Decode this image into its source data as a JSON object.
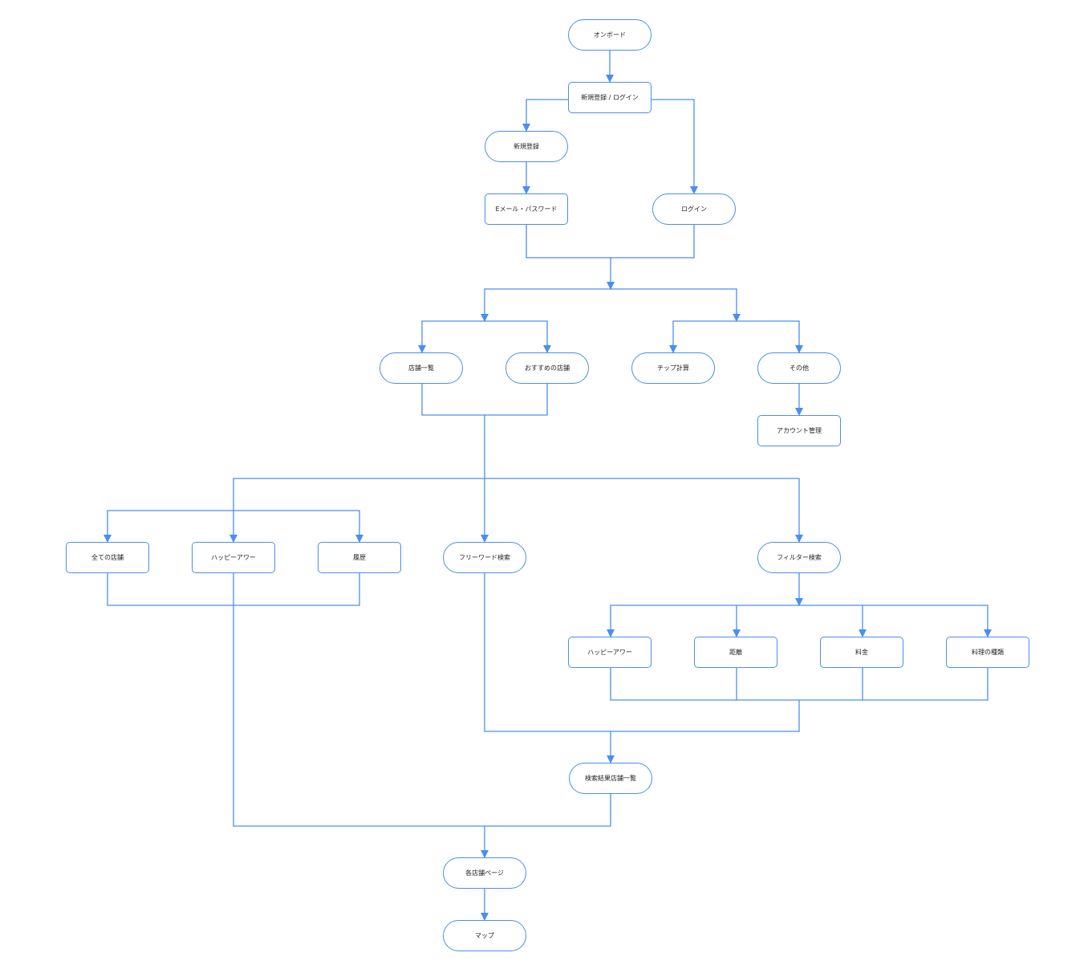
{
  "diagram": {
    "line_color": "#4a8ef0",
    "nodes": {
      "onboard": "オンボード",
      "signup_login": "新規登録 / ログイン",
      "signup": "新規登録",
      "email_password": "Eメール・パスワード",
      "login": "ログイン",
      "store_list": "店舗一覧",
      "recommended": "おすすめの店舗",
      "tip_calc": "チップ計算",
      "other": "その他",
      "account": "アカウント管理",
      "all_stores": "全ての店舗",
      "happy_hour": "ハッピーアワー",
      "history": "履歴",
      "free_word": "フリーワード検索",
      "filter": "フィルター検索",
      "f_happy_hour": "ハッピーアワー",
      "distance": "距離",
      "price": "料金",
      "cuisine": "料理の種類",
      "results": "検索結果店舗一覧",
      "store_page": "各店舗ページ",
      "map": "マップ"
    }
  }
}
